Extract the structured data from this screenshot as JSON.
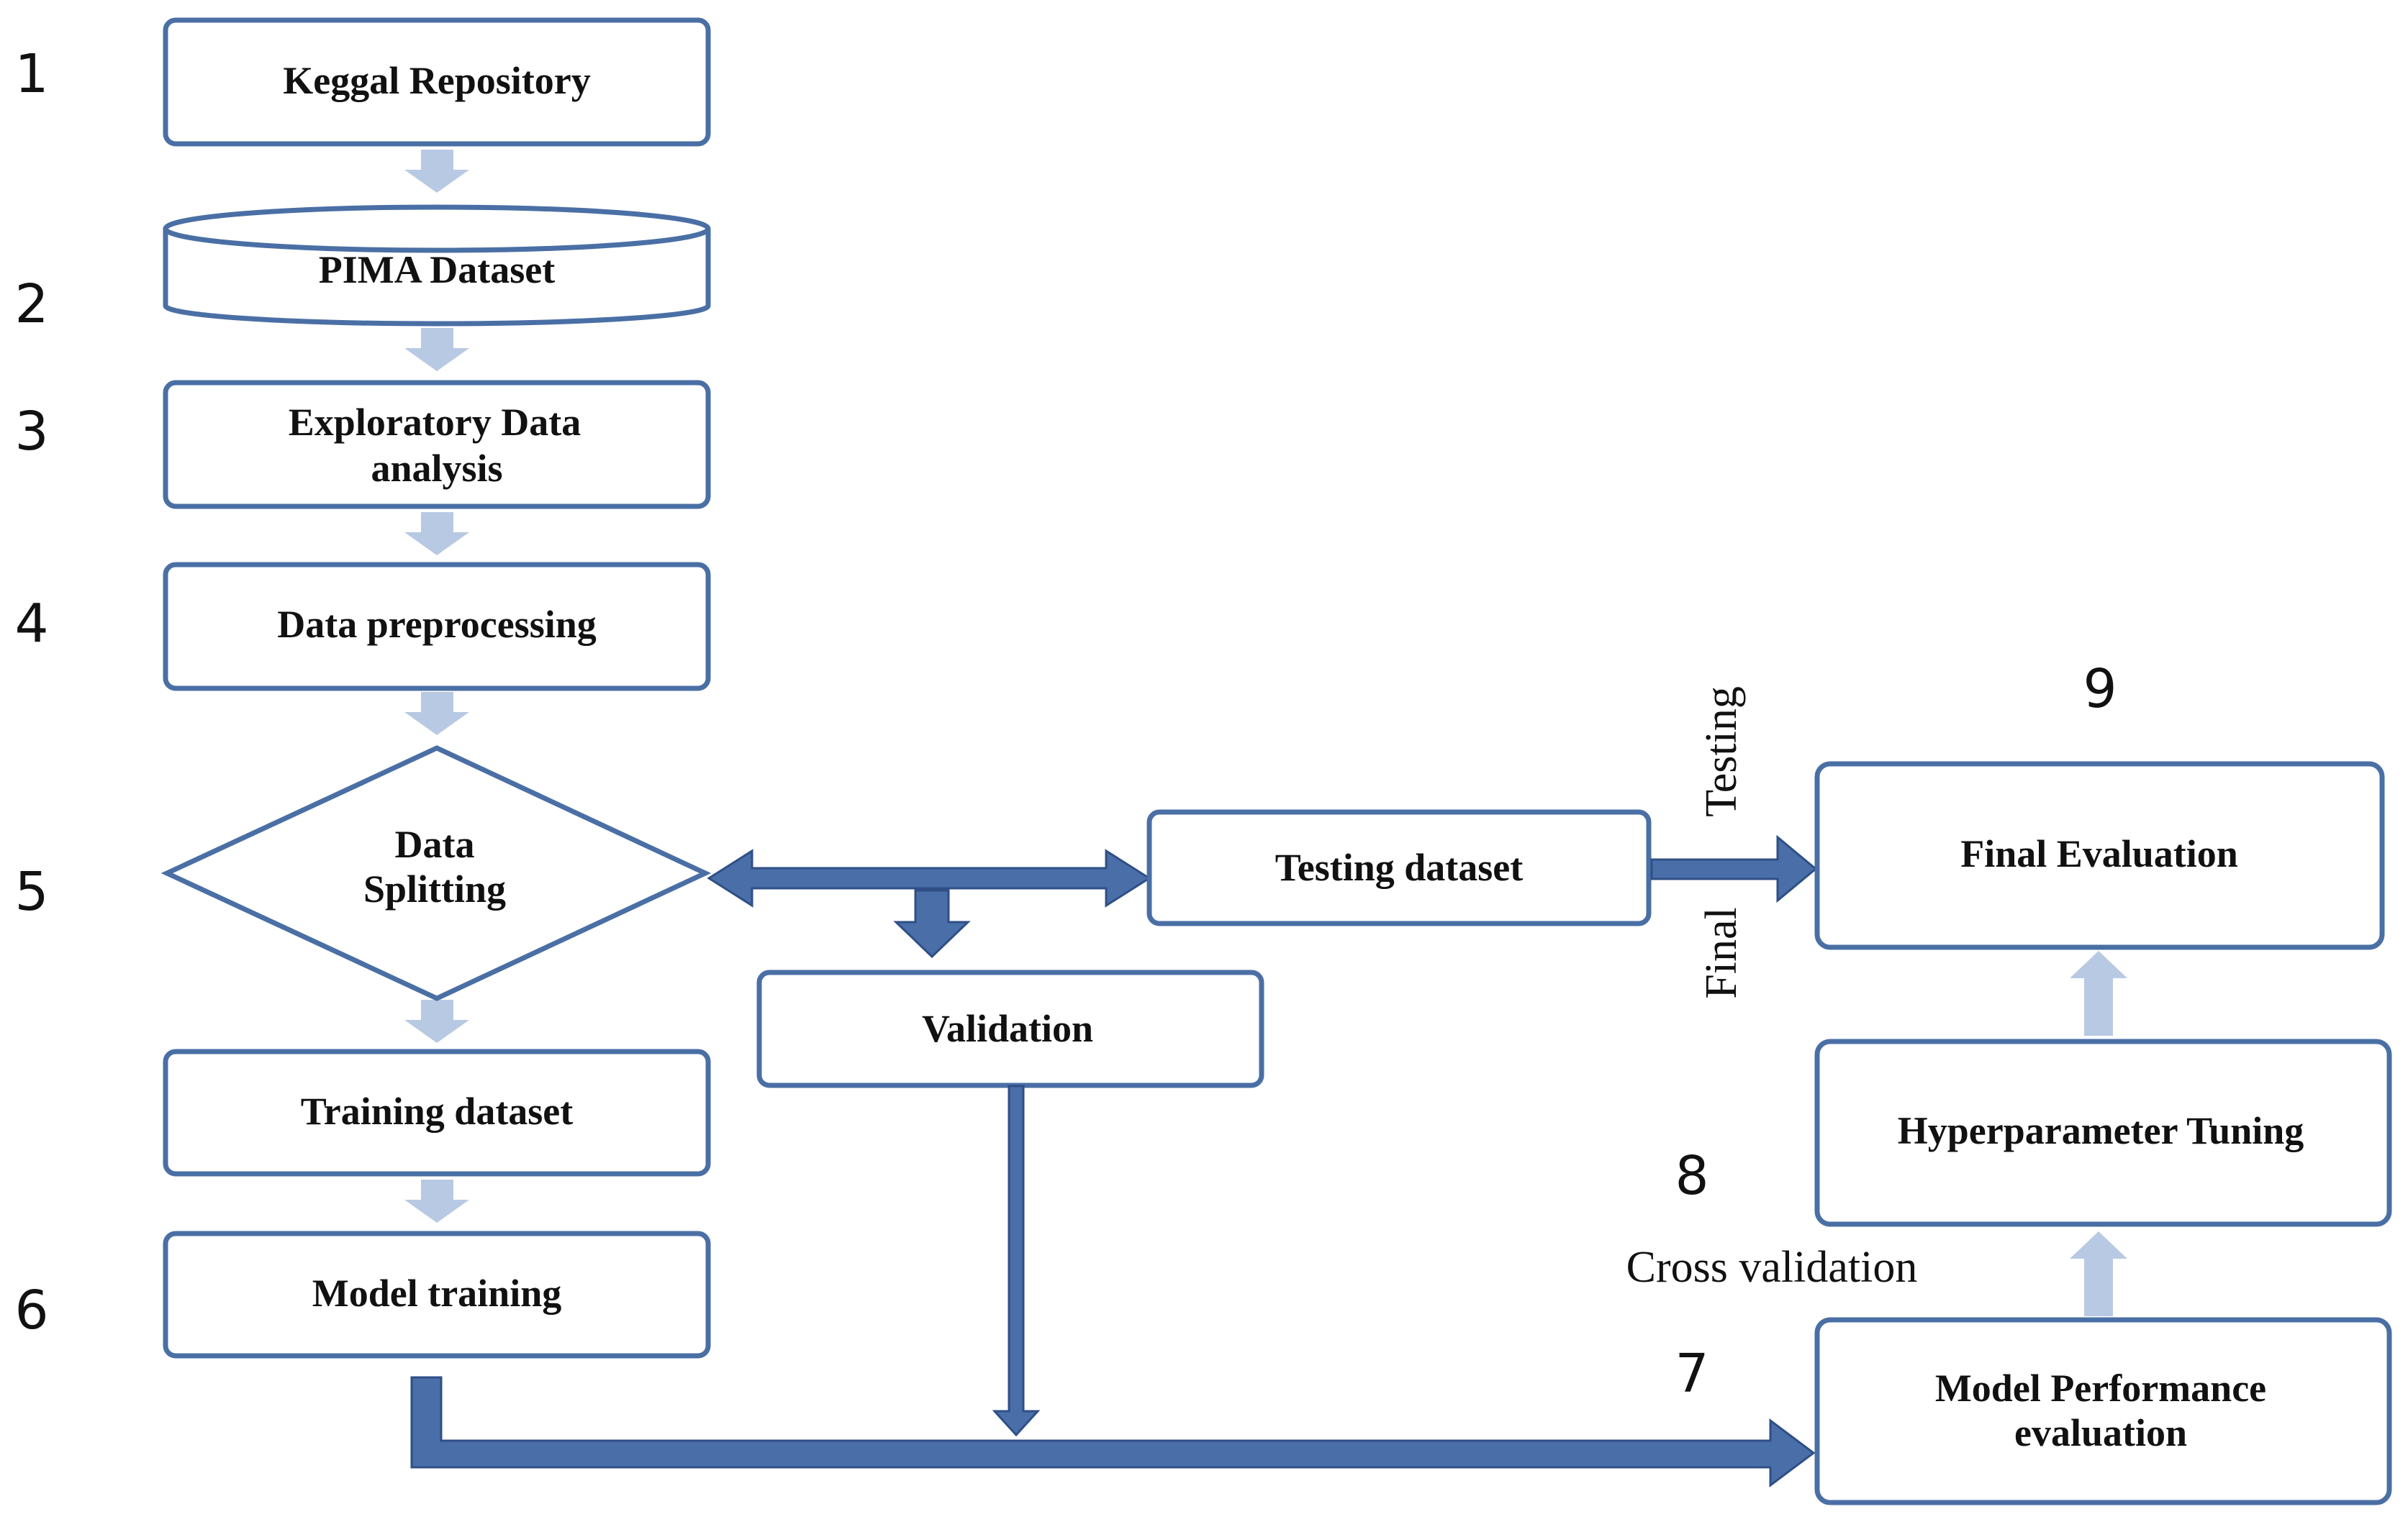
{
  "nodes": {
    "keggal": "Keggal Repository",
    "pima": "PIMA Dataset",
    "eda_line1": "Exploratory  Data",
    "eda_line2": "analysis",
    "preprocessing": "Data preprocessing",
    "splitting_line1": "Data",
    "splitting_line2": "Splitting",
    "training_dataset": "Training  dataset",
    "model_training": "Model training",
    "testing_dataset": "Testing dataset",
    "validation": "Validation",
    "final_evaluation": "Final  Evaluation",
    "hyperparameter_tuning": "Hyperparameter  Tuning",
    "model_perf_line1": "Model Performance",
    "model_perf_line2": "evaluation"
  },
  "step_numbers": {
    "s1": "1",
    "s2": "2",
    "s3": "3",
    "s4": "4",
    "s5": "5",
    "s6": "6",
    "s7": "7",
    "s8": "8",
    "s9": "9"
  },
  "edge_labels": {
    "testing": "Testing",
    "final": "Final",
    "cross_validation": "Cross validation"
  },
  "colors": {
    "box_border": "#4a6fa5",
    "light_arrow": "#b8c9e3",
    "dark_arrow": "#4a6ea8"
  }
}
